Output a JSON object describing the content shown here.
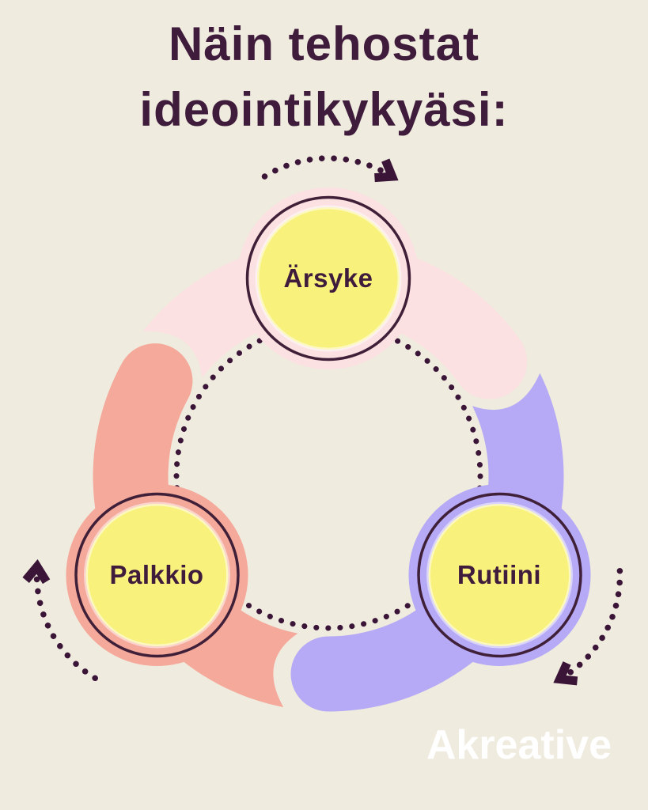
{
  "page": {
    "background_color": "#EFEBDE"
  },
  "title": {
    "line1": "Näin tehostat",
    "line2": "ideointikykyäsi:",
    "color": "#3F1C3B"
  },
  "diagram": {
    "type": "cycle",
    "direction": "clockwise",
    "node_fill_color": "#F8F17C",
    "outline_color": "#3F2038",
    "dot_color": "#3B1537",
    "nodes": [
      {
        "id": "stimulus",
        "label": "Ärsyke",
        "position": "top",
        "segment_color": "#FBE1E1"
      },
      {
        "id": "routine",
        "label": "Rutiini",
        "position": "bottom-right",
        "segment_color": "#B6AAF6"
      },
      {
        "id": "reward",
        "label": "Palkkio",
        "position": "bottom-left",
        "segment_color": "#F4A99B"
      }
    ]
  },
  "logo": {
    "text": "Akreative",
    "color": "#FFFFFF"
  }
}
